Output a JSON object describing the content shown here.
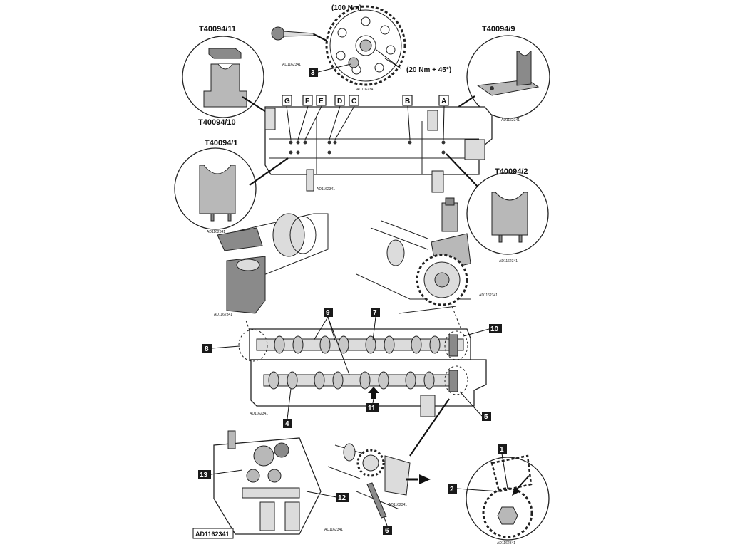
{
  "tool_labels": {
    "t11": "T40094/11",
    "t10": "T40094/10",
    "t9": "T40094/9",
    "t1": "T40094/1",
    "t2": "T40094/2"
  },
  "torque": {
    "sprocket": "(100 Nm)",
    "bolts": "(20 Nm + 45°)"
  },
  "position_letters": [
    "G",
    "F",
    "E",
    "D",
    "C",
    "B",
    "A"
  ],
  "callouts": [
    "1",
    "2",
    "3",
    "4",
    "5",
    "6",
    "7",
    "8",
    "9",
    "10",
    "11",
    "12",
    "13"
  ],
  "ref_code": "AD1162341",
  "footer_code": "AD1162341"
}
